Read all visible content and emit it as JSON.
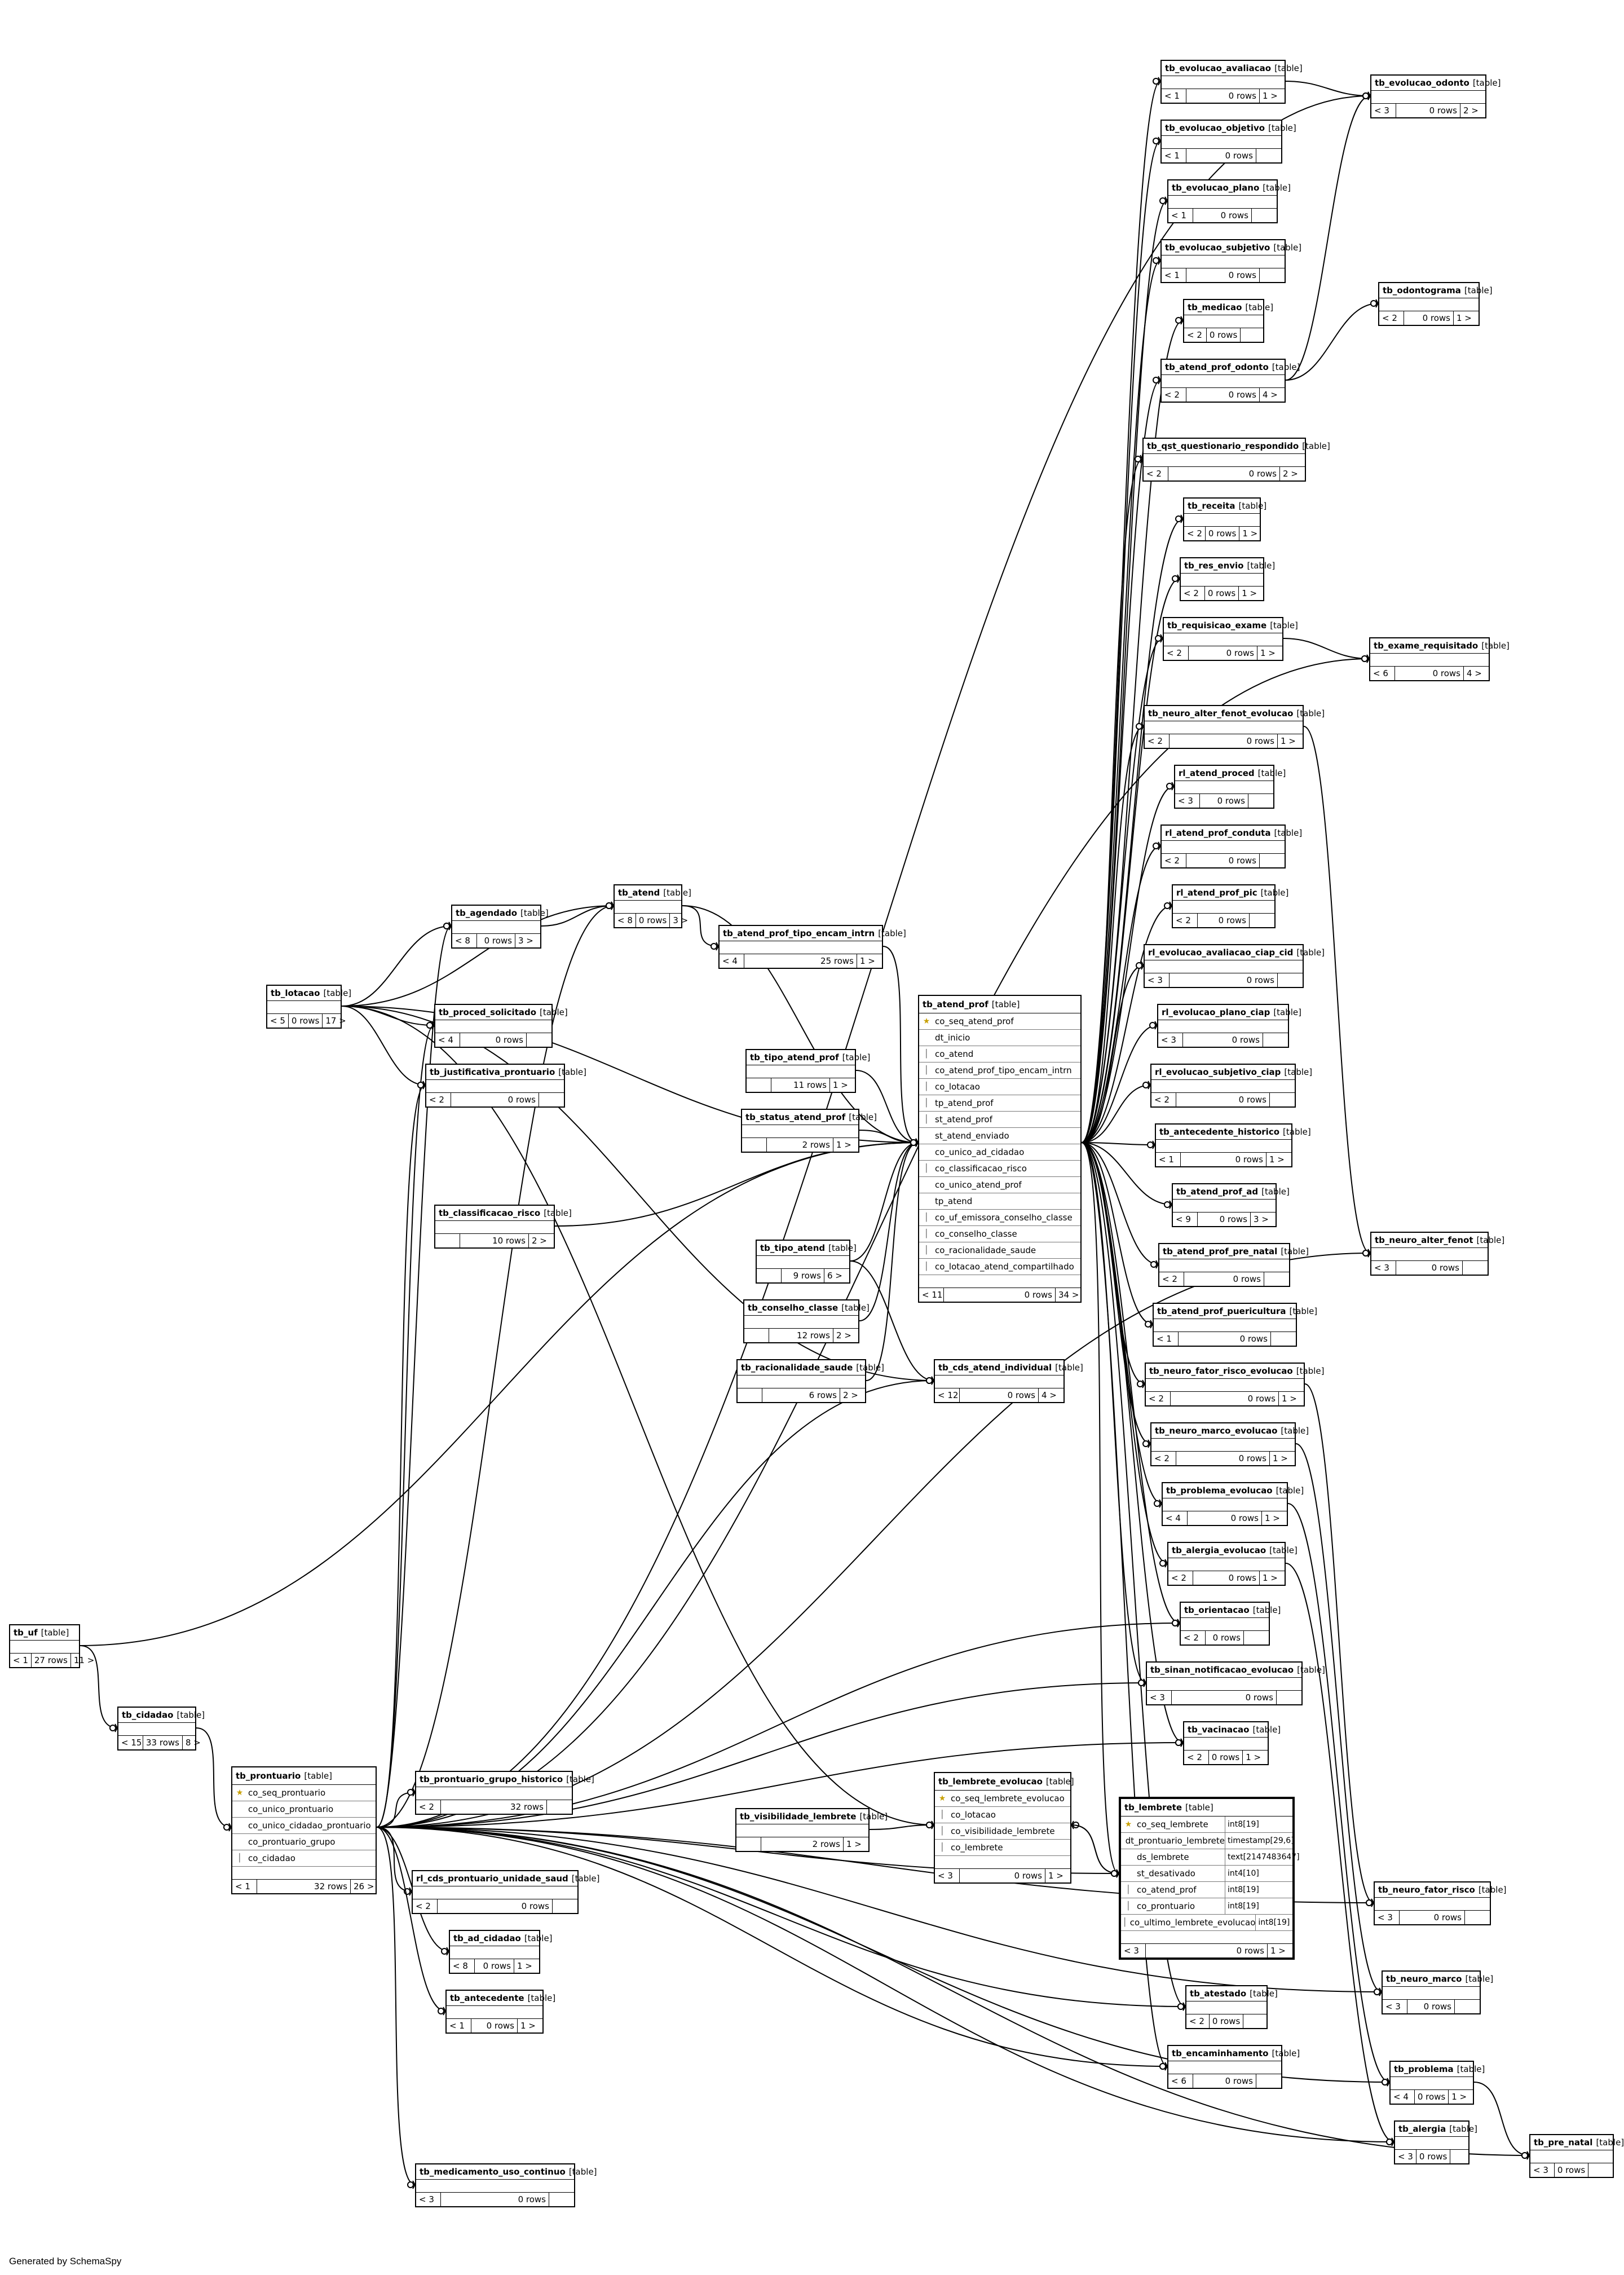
{
  "generator": "Generated by SchemaSpy",
  "kind_label": "[table]",
  "tables": [
    {
      "id": "tb_evolucao_avaliacao",
      "name": "tb_evolucao_avaliacao",
      "parents": "< 1",
      "rows": "0 rows",
      "children": "1 >"
    },
    {
      "id": "tb_evolucao_odonto",
      "name": "tb_evolucao_odonto",
      "parents": "< 3",
      "rows": "0 rows",
      "children": "2 >"
    },
    {
      "id": "tb_evolucao_objetivo",
      "name": "tb_evolucao_objetivo",
      "parents": "< 1",
      "rows": "0 rows",
      "children": ""
    },
    {
      "id": "tb_evolucao_plano",
      "name": "tb_evolucao_plano",
      "parents": "< 1",
      "rows": "0 rows",
      "children": ""
    },
    {
      "id": "tb_evolucao_subjetivo",
      "name": "tb_evolucao_subjetivo",
      "parents": "< 1",
      "rows": "0 rows",
      "children": ""
    },
    {
      "id": "tb_odontograma",
      "name": "tb_odontograma",
      "parents": "< 2",
      "rows": "0 rows",
      "children": "1 >"
    },
    {
      "id": "tb_medicao",
      "name": "tb_medicao",
      "parents": "< 2",
      "rows": "0 rows",
      "children": ""
    },
    {
      "id": "tb_atend_prof_odonto",
      "name": "tb_atend_prof_odonto",
      "parents": "< 2",
      "rows": "0 rows",
      "children": "4 >"
    },
    {
      "id": "tb_qst_questionario_respondido",
      "name": "tb_qst_questionario_respondido",
      "parents": "< 2",
      "rows": "0 rows",
      "children": "2 >"
    },
    {
      "id": "tb_receita",
      "name": "tb_receita",
      "parents": "< 2",
      "rows": "0 rows",
      "children": "1 >"
    },
    {
      "id": "tb_res_envio",
      "name": "tb_res_envio",
      "parents": "< 2",
      "rows": "0 rows",
      "children": "1 >"
    },
    {
      "id": "tb_requisicao_exame",
      "name": "tb_requisicao_exame",
      "parents": "< 2",
      "rows": "0 rows",
      "children": "1 >"
    },
    {
      "id": "tb_exame_requisitado",
      "name": "tb_exame_requisitado",
      "parents": "< 6",
      "rows": "0 rows",
      "children": "4 >"
    },
    {
      "id": "tb_neuro_alter_fenot_evolucao",
      "name": "tb_neuro_alter_fenot_evolucao",
      "parents": "< 2",
      "rows": "0 rows",
      "children": "1 >"
    },
    {
      "id": "rl_atend_proced",
      "name": "rl_atend_proced",
      "parents": "< 3",
      "rows": "0 rows",
      "children": ""
    },
    {
      "id": "rl_atend_prof_conduta",
      "name": "rl_atend_prof_conduta",
      "parents": "< 2",
      "rows": "0 rows",
      "children": ""
    },
    {
      "id": "rl_atend_prof_pic",
      "name": "rl_atend_prof_pic",
      "parents": "< 2",
      "rows": "0 rows",
      "children": ""
    },
    {
      "id": "tb_atend",
      "name": "tb_atend",
      "parents": "< 8",
      "rows": "0 rows",
      "children": "3 >"
    },
    {
      "id": "tb_agendado",
      "name": "tb_agendado",
      "parents": "< 8",
      "rows": "0 rows",
      "children": "3 >"
    },
    {
      "id": "tb_atend_prof_tipo_encam_intrn",
      "name": "tb_atend_prof_tipo_encam_intrn",
      "parents": "< 4",
      "rows": "25 rows",
      "children": "1 >"
    },
    {
      "id": "rl_evolucao_avaliacao_ciap_cid",
      "name": "rl_evolucao_avaliacao_ciap_cid",
      "parents": "< 3",
      "rows": "0 rows",
      "children": ""
    },
    {
      "id": "tb_lotacao",
      "name": "tb_lotacao",
      "parents": "< 5",
      "rows": "0 rows",
      "children": "17 >"
    },
    {
      "id": "tb_proced_solicitado",
      "name": "tb_proced_solicitado",
      "parents": "< 4",
      "rows": "0 rows",
      "children": ""
    },
    {
      "id": "rl_evolucao_plano_ciap",
      "name": "rl_evolucao_plano_ciap",
      "parents": "< 3",
      "rows": "0 rows",
      "children": ""
    },
    {
      "id": "tb_tipo_atend_prof",
      "name": "tb_tipo_atend_prof",
      "parents": "",
      "rows": "11 rows",
      "children": "1 >"
    },
    {
      "id": "tb_justificativa_prontuario",
      "name": "tb_justificativa_prontuario",
      "parents": "< 2",
      "rows": "0 rows",
      "children": ""
    },
    {
      "id": "rl_evolucao_subjetivo_ciap",
      "name": "rl_evolucao_subjetivo_ciap",
      "parents": "< 2",
      "rows": "0 rows",
      "children": ""
    },
    {
      "id": "tb_status_atend_prof",
      "name": "tb_status_atend_prof",
      "parents": "",
      "rows": "2 rows",
      "children": "1 >"
    },
    {
      "id": "tb_antecedente_historico",
      "name": "tb_antecedente_historico",
      "parents": "< 1",
      "rows": "0 rows",
      "children": "1 >"
    },
    {
      "id": "tb_classificacao_risco",
      "name": "tb_classificacao_risco",
      "parents": "",
      "rows": "10 rows",
      "children": "2 >"
    },
    {
      "id": "tb_atend_prof_ad",
      "name": "tb_atend_prof_ad",
      "parents": "< 9",
      "rows": "0 rows",
      "children": "3 >"
    },
    {
      "id": "tb_tipo_atend",
      "name": "tb_tipo_atend",
      "parents": "",
      "rows": "9 rows",
      "children": "6 >"
    },
    {
      "id": "tb_atend_prof_pre_natal",
      "name": "tb_atend_prof_pre_natal",
      "parents": "< 2",
      "rows": "0 rows",
      "children": ""
    },
    {
      "id": "tb_neuro_alter_fenot",
      "name": "tb_neuro_alter_fenot",
      "parents": "< 3",
      "rows": "0 rows",
      "children": ""
    },
    {
      "id": "tb_conselho_classe",
      "name": "tb_conselho_classe",
      "parents": "",
      "rows": "12 rows",
      "children": "2 >"
    },
    {
      "id": "tb_atend_prof_puericultura",
      "name": "tb_atend_prof_puericultura",
      "parents": "< 1",
      "rows": "0 rows",
      "children": ""
    },
    {
      "id": "tb_racionalidade_saude",
      "name": "tb_racionalidade_saude",
      "parents": "",
      "rows": "6 rows",
      "children": "2 >"
    },
    {
      "id": "tb_cds_atend_individual",
      "name": "tb_cds_atend_individual",
      "parents": "< 12",
      "rows": "0 rows",
      "children": "4 >"
    },
    {
      "id": "tb_neuro_fator_risco_evolucao",
      "name": "tb_neuro_fator_risco_evolucao",
      "parents": "< 2",
      "rows": "0 rows",
      "children": "1 >"
    },
    {
      "id": "tb_neuro_marco_evolucao",
      "name": "tb_neuro_marco_evolucao",
      "parents": "< 2",
      "rows": "0 rows",
      "children": "1 >"
    },
    {
      "id": "tb_problema_evolucao",
      "name": "tb_problema_evolucao",
      "parents": "< 4",
      "rows": "0 rows",
      "children": "1 >"
    },
    {
      "id": "tb_alergia_evolucao",
      "name": "tb_alergia_evolucao",
      "parents": "< 2",
      "rows": "0 rows",
      "children": "1 >"
    },
    {
      "id": "tb_uf",
      "name": "tb_uf",
      "parents": "< 1",
      "rows": "27 rows",
      "children": "11 >"
    },
    {
      "id": "tb_orientacao",
      "name": "tb_orientacao",
      "parents": "< 2",
      "rows": "0 rows",
      "children": ""
    },
    {
      "id": "tb_sinan_notificacao_evolucao",
      "name": "tb_sinan_notificacao_evolucao",
      "parents": "< 3",
      "rows": "0 rows",
      "children": ""
    },
    {
      "id": "tb_cidadao",
      "name": "tb_cidadao",
      "parents": "< 15",
      "rows": "33 rows",
      "children": "8 >"
    },
    {
      "id": "tb_vacinacao",
      "name": "tb_vacinacao",
      "parents": "< 2",
      "rows": "0 rows",
      "children": "1 >"
    },
    {
      "id": "tb_prontuario_grupo_historico",
      "name": "tb_prontuario_grupo_historico",
      "parents": "< 2",
      "rows": "32 rows",
      "children": ""
    },
    {
      "id": "tb_visibilidade_lembrete",
      "name": "tb_visibilidade_lembrete",
      "parents": "",
      "rows": "2 rows",
      "children": "1 >"
    },
    {
      "id": "rl_cds_prontuario_unidade_saud",
      "name": "rl_cds_prontuario_unidade_saud",
      "parents": "< 2",
      "rows": "0 rows",
      "children": ""
    },
    {
      "id": "tb_neuro_fator_risco",
      "name": "tb_neuro_fator_risco",
      "parents": "< 3",
      "rows": "0 rows",
      "children": ""
    },
    {
      "id": "tb_ad_cidadao",
      "name": "tb_ad_cidadao",
      "parents": "< 8",
      "rows": "0 rows",
      "children": "1 >"
    },
    {
      "id": "tb_neuro_marco",
      "name": "tb_neuro_marco",
      "parents": "< 3",
      "rows": "0 rows",
      "children": ""
    },
    {
      "id": "tb_antecedente",
      "name": "tb_antecedente",
      "parents": "< 1",
      "rows": "0 rows",
      "children": "1 >"
    },
    {
      "id": "tb_atestado",
      "name": "tb_atestado",
      "parents": "< 2",
      "rows": "0 rows",
      "children": ""
    },
    {
      "id": "tb_encaminhamento",
      "name": "tb_encaminhamento",
      "parents": "< 6",
      "rows": "0 rows",
      "children": ""
    },
    {
      "id": "tb_problema",
      "name": "tb_problema",
      "parents": "< 4",
      "rows": "0 rows",
      "children": "1 >"
    },
    {
      "id": "tb_alergia",
      "name": "tb_alergia",
      "parents": "< 3",
      "rows": "0 rows",
      "children": ""
    },
    {
      "id": "tb_pre_natal",
      "name": "tb_pre_natal",
      "parents": "< 3",
      "rows": "0 rows",
      "children": ""
    },
    {
      "id": "tb_medicamento_uso_continuo",
      "name": "tb_medicamento_uso_continuo",
      "parents": "< 3",
      "rows": "0 rows",
      "children": ""
    }
  ],
  "detailed": [
    {
      "id": "tb_atend_prof",
      "name": "tb_atend_prof",
      "parents": "< 11",
      "rows": "0 rows",
      "children": "34 >",
      "columns": [
        {
          "key": "pk",
          "name": "co_seq_atend_prof"
        },
        {
          "key": "",
          "name": "dt_inicio"
        },
        {
          "key": "fk",
          "name": "co_atend"
        },
        {
          "key": "fk",
          "name": "co_atend_prof_tipo_encam_intrn"
        },
        {
          "key": "fk",
          "name": "co_lotacao"
        },
        {
          "key": "fk",
          "name": "tp_atend_prof"
        },
        {
          "key": "fk",
          "name": "st_atend_prof"
        },
        {
          "key": "",
          "name": "st_atend_enviado"
        },
        {
          "key": "",
          "name": "co_unico_ad_cidadao"
        },
        {
          "key": "fk",
          "name": "co_classificacao_risco"
        },
        {
          "key": "",
          "name": "co_unico_atend_prof"
        },
        {
          "key": "",
          "name": "tp_atend"
        },
        {
          "key": "fk",
          "name": "co_uf_emissora_conselho_classe"
        },
        {
          "key": "fk",
          "name": "co_conselho_classe"
        },
        {
          "key": "fk",
          "name": "co_racionalidade_saude"
        },
        {
          "key": "fk",
          "name": "co_lotacao_atend_compartilhado"
        }
      ]
    },
    {
      "id": "tb_prontuario",
      "name": "tb_prontuario",
      "parents": "< 1",
      "rows": "32 rows",
      "children": "26 >",
      "columns": [
        {
          "key": "pk",
          "name": "co_seq_prontuario"
        },
        {
          "key": "",
          "name": "co_unico_prontuario"
        },
        {
          "key": "",
          "name": "co_unico_cidadao_prontuario"
        },
        {
          "key": "",
          "name": "co_prontuario_grupo"
        },
        {
          "key": "fk",
          "name": "co_cidadao"
        }
      ]
    },
    {
      "id": "tb_lembrete_evolucao",
      "name": "tb_lembrete_evolucao",
      "parents": "< 3",
      "rows": "0 rows",
      "children": "1 >",
      "columns": [
        {
          "key": "pk",
          "name": "co_seq_lembrete_evolucao"
        },
        {
          "key": "fk",
          "name": "co_lotacao"
        },
        {
          "key": "fk",
          "name": "co_visibilidade_lembrete"
        },
        {
          "key": "fk",
          "name": "co_lembrete"
        }
      ]
    },
    {
      "id": "tb_lembrete",
      "name": "tb_lembrete",
      "parents": "< 3",
      "rows": "0 rows",
      "children": "1 >",
      "selected": true,
      "columns": [
        {
          "key": "pk",
          "name": "co_seq_lembrete",
          "type": "int8[19]"
        },
        {
          "key": "",
          "name": "dt_prontuario_lembrete",
          "type": "timestamp[29,6]"
        },
        {
          "key": "",
          "name": "ds_lembrete",
          "type": "text[2147483647]"
        },
        {
          "key": "",
          "name": "st_desativado",
          "type": "int4[10]"
        },
        {
          "key": "fk",
          "name": "co_atend_prof",
          "type": "int8[19]"
        },
        {
          "key": "fk",
          "name": "co_prontuario",
          "type": "int8[19]"
        },
        {
          "key": "fk",
          "name": "co_ultimo_lembrete_evolucao",
          "type": "int8[19]"
        }
      ]
    }
  ]
}
